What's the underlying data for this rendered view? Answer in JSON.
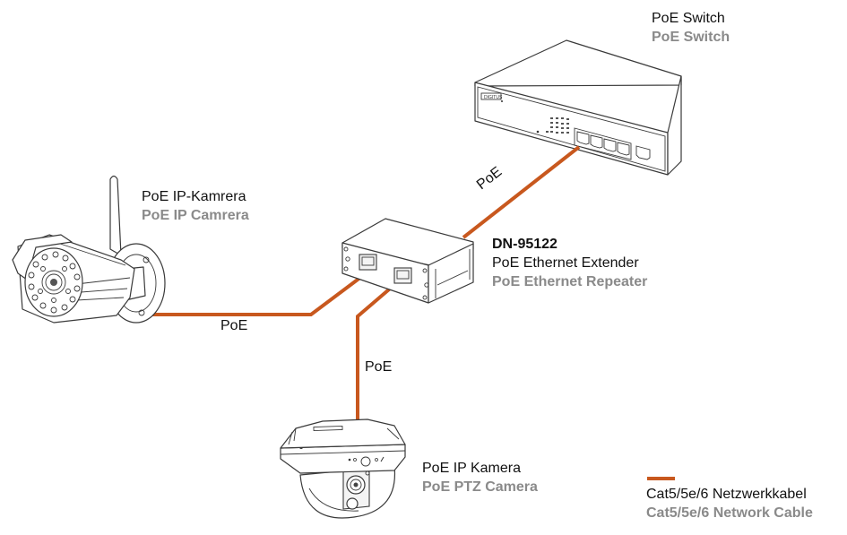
{
  "colors": {
    "cable": "#c8581e",
    "text_primary": "#111111",
    "text_secondary": "#8a8a8a"
  },
  "devices": {
    "switch": {
      "label_de": "PoE Switch",
      "label_en": "PoE Switch",
      "brand_logo": "DIGITUS",
      "icon": "poe-switch-icon"
    },
    "bullet_camera": {
      "label_de": "PoE IP-Kamrera",
      "label_en": "PoE IP Camrera",
      "icon": "bullet-camera-icon"
    },
    "extender": {
      "model": "DN-95122",
      "label_de": "PoE Ethernet Extender",
      "label_en": "PoE Ethernet Repeater",
      "icon": "poe-extender-icon"
    },
    "dome_camera": {
      "label_de": "PoE IP Kamera",
      "label_en": "PoE PTZ Camera",
      "icon": "ptz-dome-camera-icon"
    }
  },
  "connections": [
    {
      "from": "switch",
      "to": "extender",
      "label": "PoE"
    },
    {
      "from": "extender",
      "to": "bullet_camera",
      "label": "PoE"
    },
    {
      "from": "extender",
      "to": "dome_camera",
      "label": "PoE"
    }
  ],
  "legend": {
    "label_de": "Cat5/5e/6 Netzwerkkabel",
    "label_en": "Cat5/5e/6 Network Cable"
  }
}
